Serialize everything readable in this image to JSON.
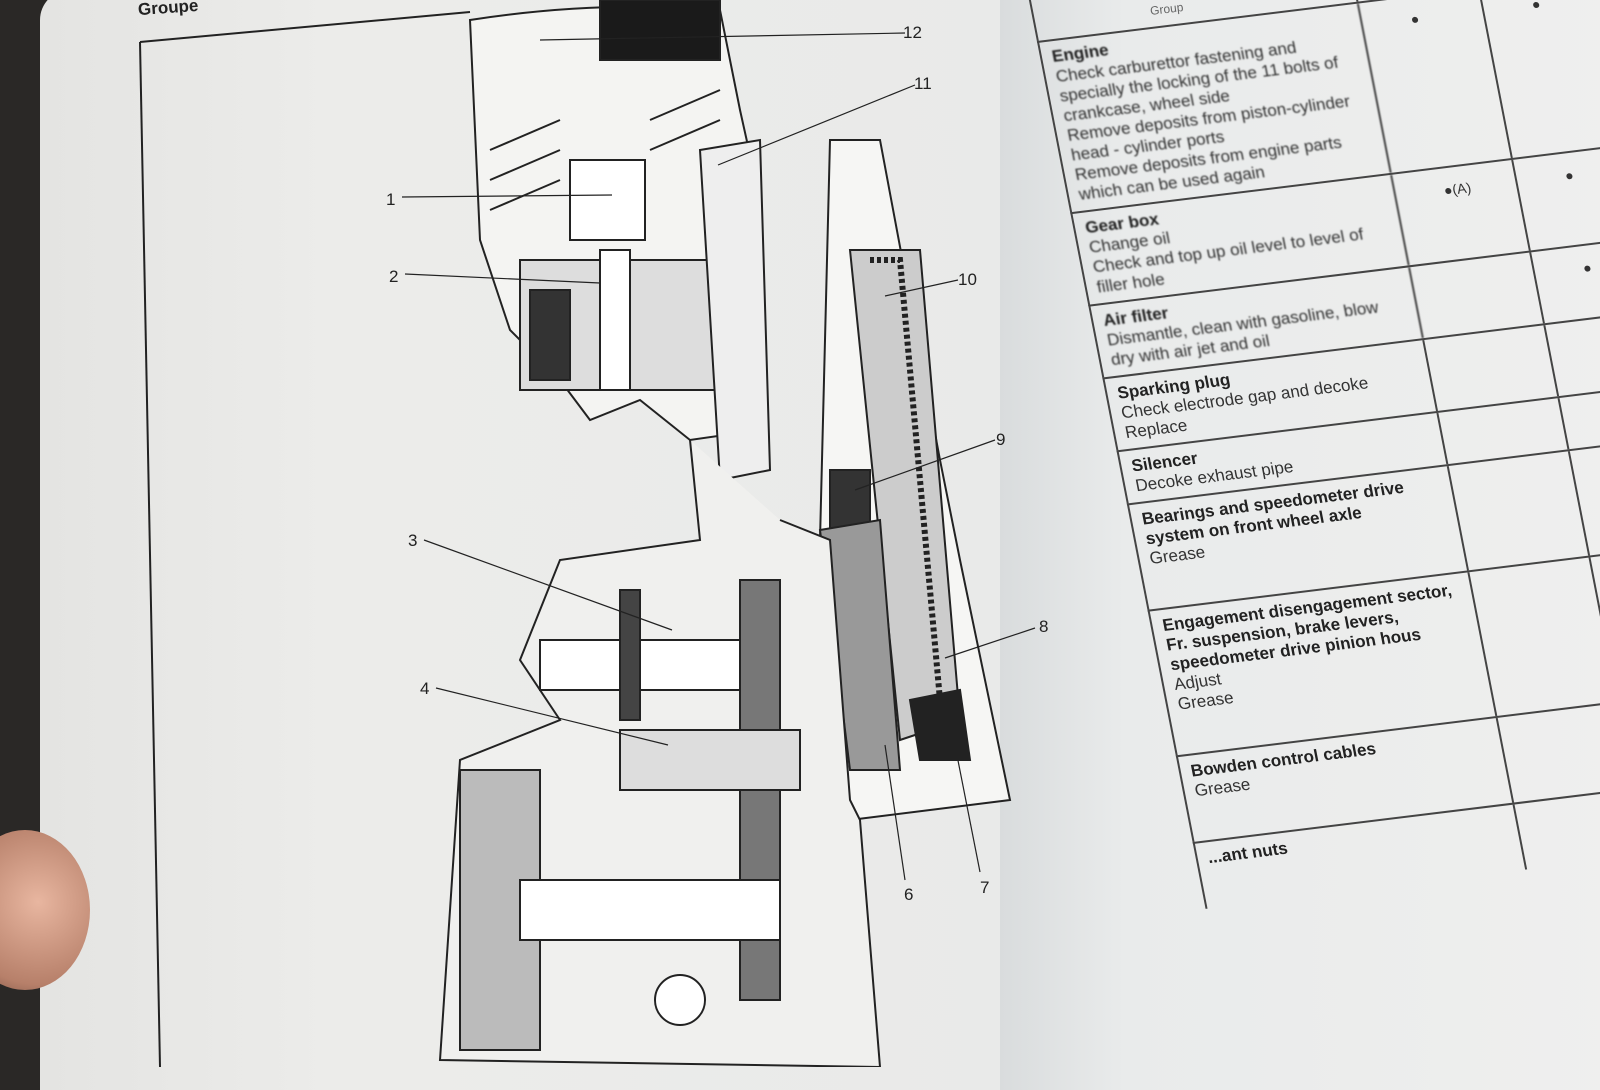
{
  "left_page": {
    "header": "Groupe",
    "callouts": [
      "1",
      "2",
      "3",
      "4",
      "6",
      "7",
      "8",
      "9",
      "10",
      "11",
      "12"
    ]
  },
  "right_page": {
    "table": {
      "header": "Group",
      "rows": [
        {
          "title": "Engine",
          "lines": [
            "Check carburettor fastening and specially the locking of the 11 bolts of crankcase, wheel side",
            "Remove deposits from piston-cylinder head - cylinder ports",
            "Remove deposits from engine parts which can be used again"
          ],
          "marks": [
            "●",
            "●"
          ]
        },
        {
          "title": "Gear box",
          "lines": [
            "Change oil",
            "Check and top up oil level to level of filler hole"
          ],
          "marks": [
            "●(A)",
            "●"
          ]
        },
        {
          "title": "Air filter",
          "lines": [
            "Dismantle, clean with gasoline, blow dry with air jet and oil"
          ],
          "marks": [
            "",
            "●"
          ]
        },
        {
          "title": "Sparking plug",
          "lines": [
            "Check electrode gap and decoke",
            "Replace"
          ],
          "marks": [
            "",
            ""
          ]
        },
        {
          "title": "Silencer",
          "lines": [
            "Decoke exhaust pipe"
          ],
          "marks": [
            "",
            ""
          ]
        },
        {
          "title": "Bearings and speedometer drive system on front wheel axle",
          "lines": [
            "Grease"
          ],
          "marks": [
            "",
            ""
          ]
        },
        {
          "title": "Engagement disengagement sector, Fr. suspension, brake levers, speedometer drive pinion hous",
          "lines": [
            "Adjust",
            "Grease"
          ],
          "marks": [
            "",
            ""
          ]
        },
        {
          "title": "Bowden control cables",
          "lines": [
            "Grease"
          ],
          "marks": [
            "",
            ""
          ]
        },
        {
          "title": "...ant nuts",
          "lines": [],
          "marks": [
            "",
            ""
          ]
        }
      ]
    }
  }
}
